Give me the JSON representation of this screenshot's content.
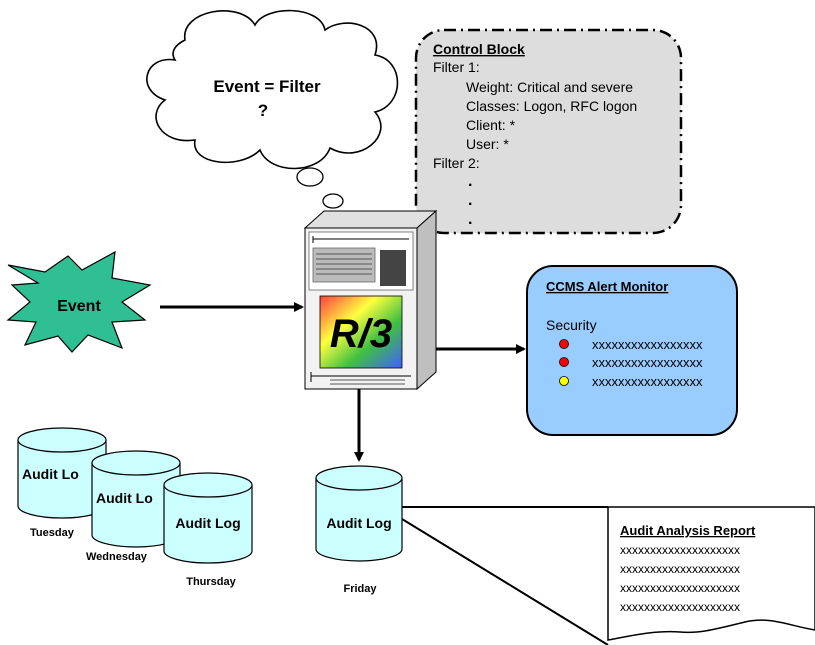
{
  "thought": {
    "line1": "Event = Filter",
    "line2": "?"
  },
  "control_block": {
    "title": "Control Block",
    "filter1_label": "Filter 1:",
    "filter1_lines": [
      "Weight: Critical and severe",
      "Classes: Logon, RFC logon",
      "Client: *",
      "User: *"
    ],
    "filter2_label": "Filter 2:",
    "dots": [
      ".",
      ".",
      "."
    ]
  },
  "event": {
    "label": "Event"
  },
  "server": {
    "logo": "R/3"
  },
  "alert_monitor": {
    "title": "CCMS Alert Monitor",
    "section": "Security",
    "items": [
      {
        "status": "red",
        "color": "#ff0000",
        "text": "xxxxxxxxxxxxxxxxx"
      },
      {
        "status": "red",
        "color": "#ff0000",
        "text": "xxxxxxxxxxxxxxxxx"
      },
      {
        "status": "yellow",
        "color": "#ffff00",
        "text": "xxxxxxxxxxxxxxxxx"
      }
    ]
  },
  "audit_logs": [
    {
      "label": "Audit Lo",
      "day": "Tuesday"
    },
    {
      "label": "Audit Lo",
      "day": "Wednesday"
    },
    {
      "label": "Audit Log",
      "day": "Thursday"
    },
    {
      "label": "Audit Log",
      "day": "Friday"
    }
  ],
  "report": {
    "title": "Audit Analysis Report",
    "lines": [
      "xxxxxxxxxxxxxxxxxxxx",
      "xxxxxxxxxxxxxxxxxxxx",
      "xxxxxxxxxxxxxxxxxxxx",
      "xxxxxxxxxxxxxxxxxxxx"
    ]
  },
  "colors": {
    "thought_fill": "#ffffff",
    "control_block_fill": "#dddddd",
    "event_fill": "#2fbf92",
    "monitor_fill": "#99ccff",
    "cylinder_fill": "#ccffff"
  }
}
